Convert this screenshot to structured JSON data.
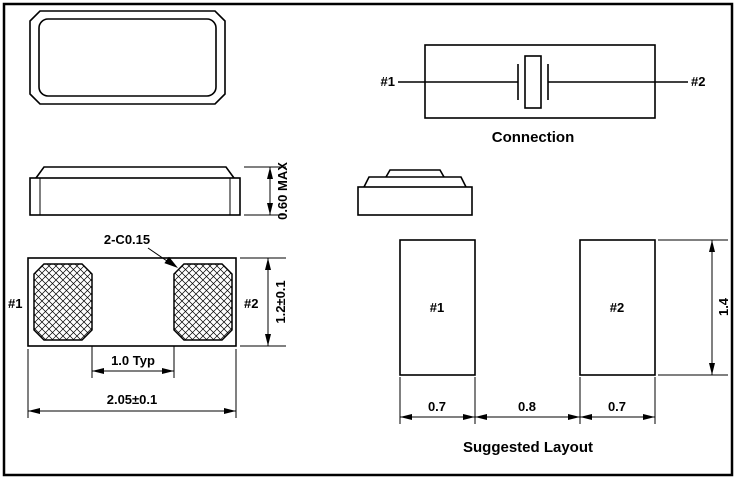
{
  "connection": {
    "title": "Connection",
    "pin1": "#1",
    "pin2": "#2"
  },
  "side_view": {
    "height_dim": "0.60 MAX"
  },
  "bottom_view": {
    "pin1": "#1",
    "pin2": "#2",
    "chamfer_note": "2-C0.15",
    "height_dim": "1.2±0.1",
    "gap_dim": "1.0 Typ",
    "width_dim": "2.05±0.1"
  },
  "layout": {
    "title": "Suggested Layout",
    "pad1": "#1",
    "pad2": "#2",
    "pad1_width": "0.7",
    "gap": "0.8",
    "pad2_width": "0.7",
    "height": "1.4"
  },
  "colors": {
    "line": "#000000",
    "background": "#ffffff"
  }
}
